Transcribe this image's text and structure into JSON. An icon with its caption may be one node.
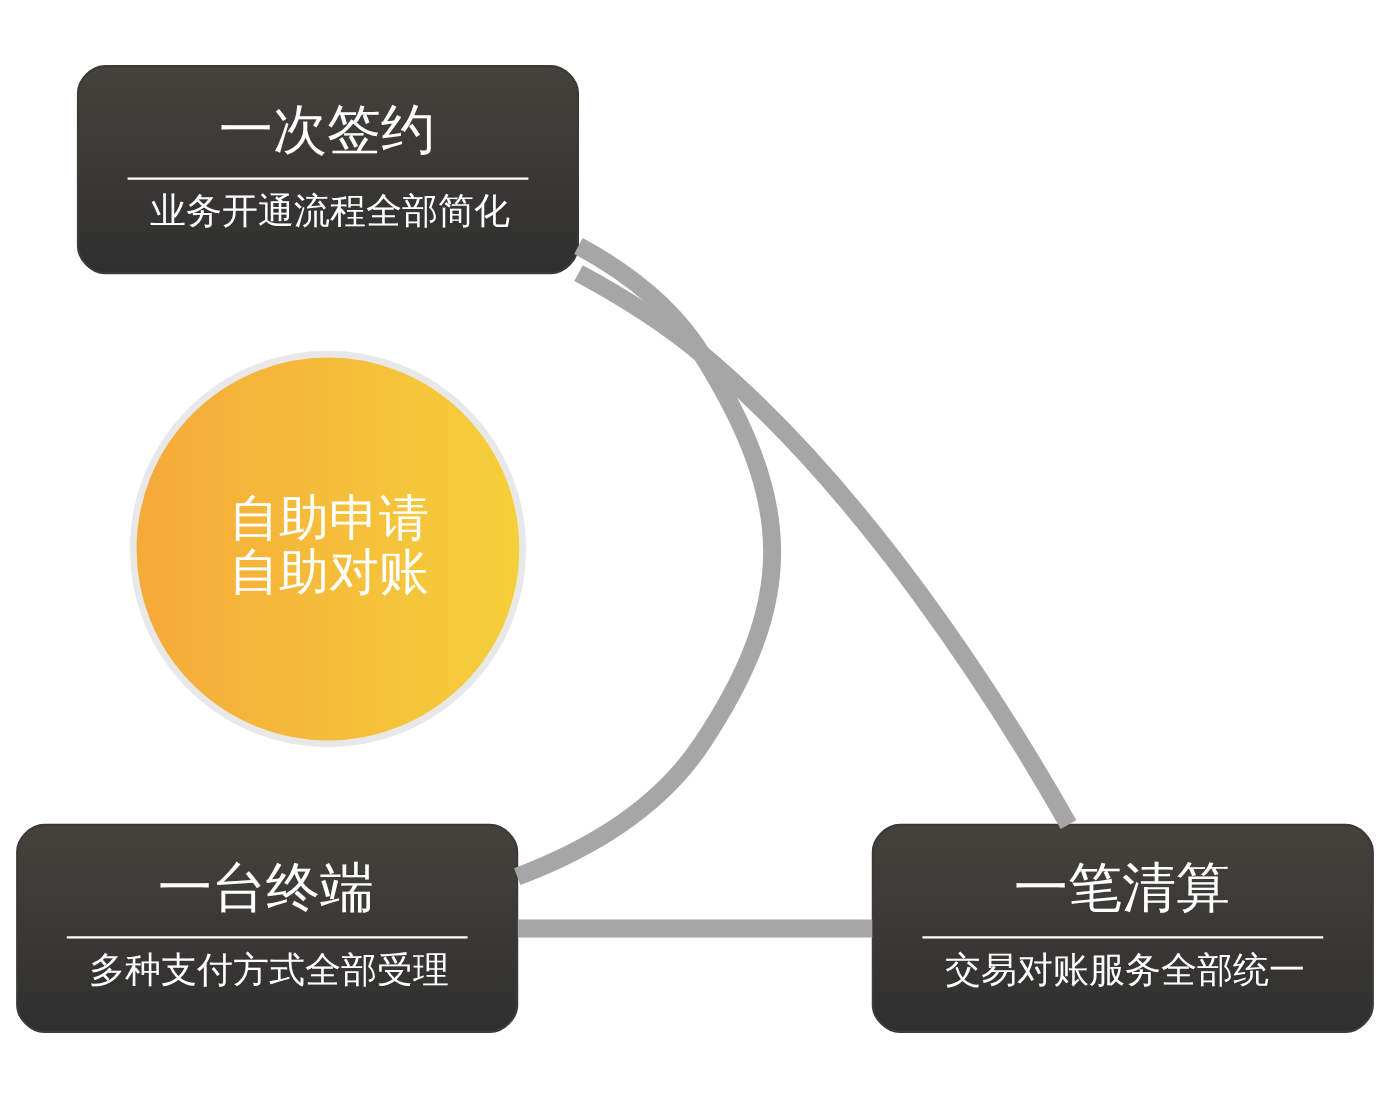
{
  "diagram": {
    "nodes": [
      {
        "text": [
          "一次签约",
          "业务开通流程全部简化"
        ]
      },
      {
        "text": [
          "自助申请",
          "自助对账"
        ]
      },
      {
        "text": [
          "一台终端",
          "多种支付方式全部受理"
        ]
      },
      {
        "text": [
          "一笔清算",
          "交易对账服务全部统一"
        ]
      }
    ],
    "edges": [
      {
        "from": 0,
        "to": 3,
        "arrow": "none"
      },
      {
        "from": 3,
        "to": 2,
        "arrow": "none"
      },
      {
        "from": 2,
        "to": 0,
        "arrow": "none"
      }
    ]
  }
}
